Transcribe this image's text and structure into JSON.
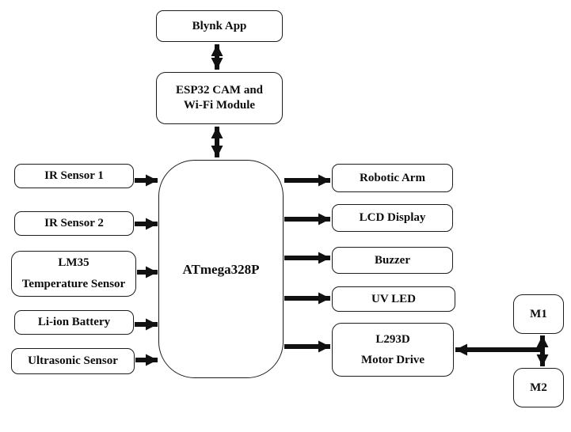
{
  "diagram": {
    "background_color": "#ffffff",
    "line_color": "#111111",
    "box_fill_color": "#ffffff",
    "nodes": {
      "blynk": {
        "label": "Blynk App"
      },
      "esp32": {
        "line1": "ESP32 CAM and",
        "line2": "Wi-Fi Module"
      },
      "mcu": {
        "label": "ATmega328P"
      },
      "ir1": {
        "label": "IR Sensor 1"
      },
      "ir2": {
        "label": "IR Sensor 2"
      },
      "lm35": {
        "line1": "LM35",
        "line2": "Temperature Sensor"
      },
      "battery": {
        "label": "Li-ion Battery"
      },
      "ultrasonic": {
        "label": "Ultrasonic Sensor"
      },
      "arm": {
        "label": "Robotic Arm"
      },
      "lcd": {
        "label": "LCD Display"
      },
      "buzzer": {
        "label": "Buzzer"
      },
      "uvled": {
        "label": "UV LED"
      },
      "l293d": {
        "line1": "L293D",
        "line2": "Motor Drive"
      },
      "m1": {
        "label": "M1"
      },
      "m2": {
        "label": "M2"
      }
    },
    "edges": [
      {
        "from": "Blynk App",
        "to": "ESP32 CAM and Wi-Fi Module",
        "type": "bidirectional"
      },
      {
        "from": "ESP32 CAM and Wi-Fi Module",
        "to": "ATmega328P",
        "type": "bidirectional"
      },
      {
        "from": "IR Sensor 1",
        "to": "ATmega328P",
        "type": "unidirectional"
      },
      {
        "from": "IR Sensor 2",
        "to": "ATmega328P",
        "type": "unidirectional"
      },
      {
        "from": "LM35 Temperature Sensor",
        "to": "ATmega328P",
        "type": "unidirectional"
      },
      {
        "from": "Li-ion Battery",
        "to": "ATmega328P",
        "type": "unidirectional"
      },
      {
        "from": "Ultrasonic Sensor",
        "to": "ATmega328P",
        "type": "unidirectional"
      },
      {
        "from": "ATmega328P",
        "to": "Robotic Arm",
        "type": "unidirectional"
      },
      {
        "from": "ATmega328P",
        "to": "LCD Display",
        "type": "unidirectional"
      },
      {
        "from": "ATmega328P",
        "to": "Buzzer",
        "type": "unidirectional"
      },
      {
        "from": "ATmega328P",
        "to": "UV LED",
        "type": "unidirectional"
      },
      {
        "from": "ATmega328P",
        "to": "L293D Motor Drive",
        "type": "unidirectional"
      },
      {
        "from": "M1",
        "to": "L293D Motor Drive",
        "type": "bidirectional"
      },
      {
        "from": "M2",
        "to": "L293D Motor Drive",
        "type": "bidirectional"
      }
    ]
  }
}
